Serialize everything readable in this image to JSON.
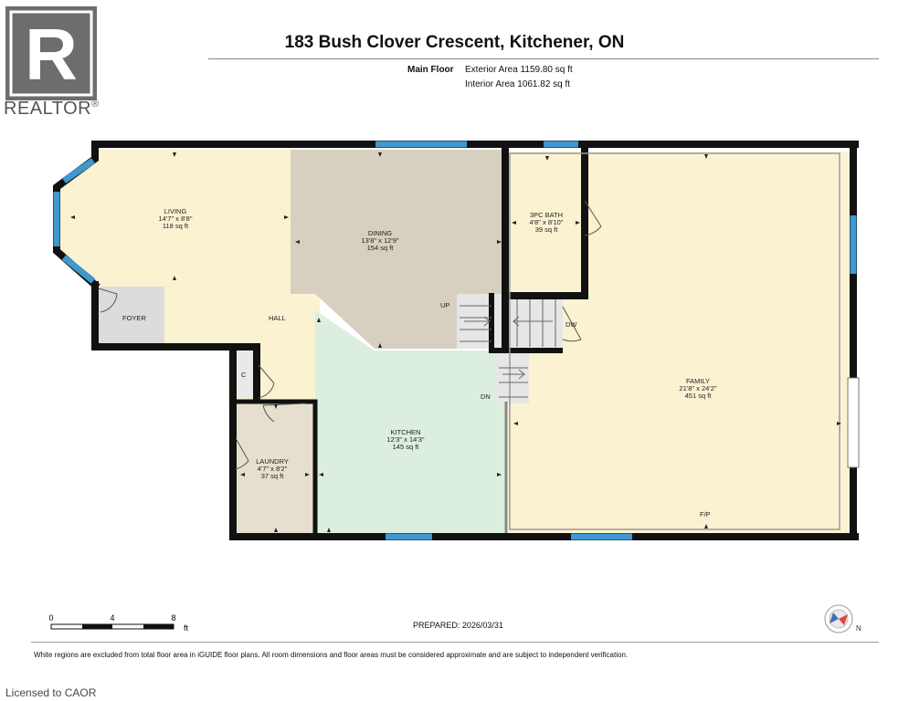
{
  "brand": {
    "word": "REALTOR",
    "mark": "®",
    "letter": "R"
  },
  "title": "183 Bush Clover Crescent, Kitchener, ON",
  "floor": {
    "name": "Main Floor",
    "exterior": "Exterior Area 1159.80 sq ft",
    "interior": "Interior Area 1061.82 sq ft"
  },
  "rooms": {
    "living": {
      "name": "LIVING",
      "dims": "14'7\" x 8'8\"",
      "area": "118 sq ft"
    },
    "dining": {
      "name": "DINING",
      "dims": "13'8\" x 12'9\"",
      "area": "154 sq ft"
    },
    "bath": {
      "name": "3PC BATH",
      "dims": "4'8\" x 8'10\"",
      "area": "39 sq ft"
    },
    "family": {
      "name": "FAMILY",
      "dims": "21'8\" x 24'2\"",
      "area": "451 sq ft"
    },
    "kitchen": {
      "name": "KITCHEN",
      "dims": "12'3\" x 14'3\"",
      "area": "145 sq ft"
    },
    "laundry": {
      "name": "LAUNDRY",
      "dims": "4'7\" x 8'2\"",
      "area": "37 sq ft"
    }
  },
  "tags": {
    "foyer": "FOYER",
    "hall": "HALL",
    "closet": "C",
    "up": "UP",
    "dn": "DN",
    "dw": "DW",
    "fp": "F/P"
  },
  "colors": {
    "living": "#fbf2d2",
    "dining": "#d7d0c0",
    "bath": "#b8dcf5",
    "family": "#fbf2d2",
    "kitchen": "#dcefdf",
    "laundry": "#e6dfcf",
    "foyer": "#dcdcdc",
    "wall": "#111111",
    "window": "#3f98cf"
  },
  "scale": {
    "labels": [
      "0",
      "4",
      "8"
    ],
    "unit": "ft"
  },
  "prepared": "PREPARED: 2026/03/31",
  "disclaimer": "White regions are excluded from total floor area in iGUIDE floor plans. All room dimensions and floor areas must be considered approximate and are subject to independent verification.",
  "licensed": "Licensed to CAOR",
  "compass": {
    "letter": "N"
  }
}
